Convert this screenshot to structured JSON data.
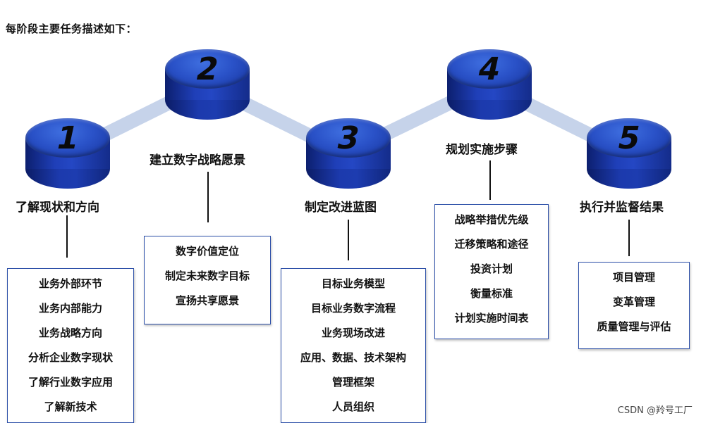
{
  "heading": "每阶段主要任务描述如下：",
  "stages": [
    {
      "number": "1",
      "title": "了解现状和方向",
      "items": [
        "业务外部环节",
        "业务内部能力",
        "业务战略方向",
        "分析企业数字现状",
        "了解行业数字应用",
        "了解新技术"
      ]
    },
    {
      "number": "2",
      "title": "建立数字战略愿景",
      "items": [
        "数字价值定位",
        "制定未来数字目标",
        "宣扬共享愿景"
      ]
    },
    {
      "number": "3",
      "title": "制定改进蓝图",
      "items": [
        "目标业务模型",
        "目标业务数字流程",
        "业务现场改进",
        "应用、数据、技术架构",
        "管理框架",
        "人员组织"
      ]
    },
    {
      "number": "4",
      "title": "规划实施步骤",
      "items": [
        "战略举措优先级",
        "迁移策略和途径",
        "投资计划",
        "衡量标准",
        "计划实施时间表"
      ]
    },
    {
      "number": "5",
      "title": "执行并监督结果",
      "items": [
        "项目管理",
        "变革管理",
        "质量管理与评估"
      ]
    }
  ],
  "watermark": "CSDN @羚号工厂",
  "colors": {
    "disk": "#2447c4",
    "connector": "#c6d3ea",
    "box_border": "#2c4fa8"
  }
}
